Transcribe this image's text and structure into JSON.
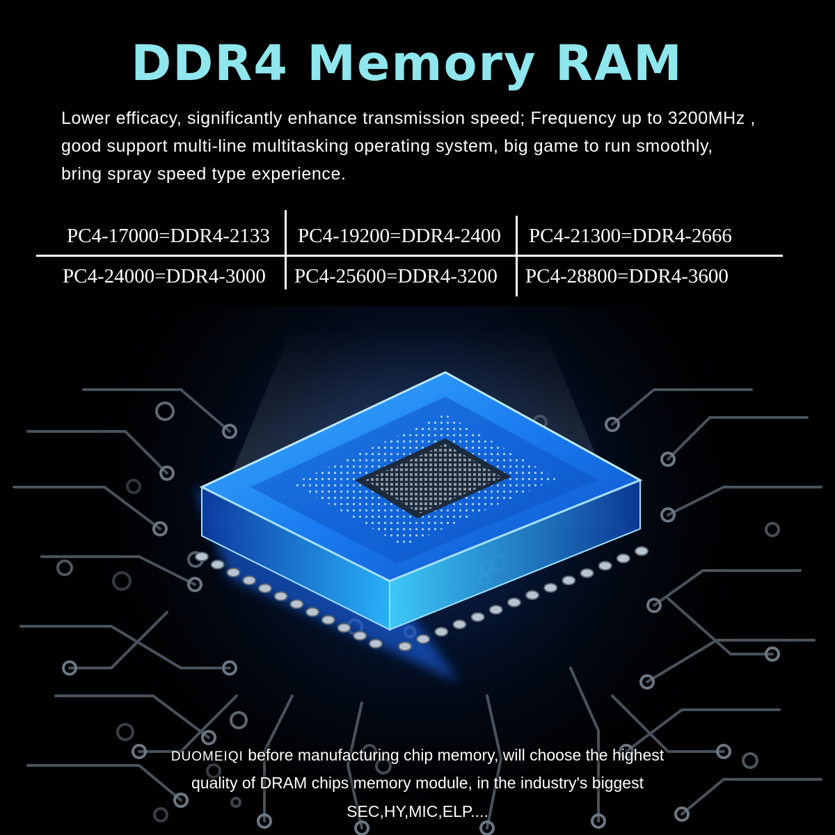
{
  "header": {
    "title": "DDR4 Memory RAM"
  },
  "description": {
    "lines": [
      "Lower efficacy, significantly enhance transmission speed; Frequency up to 3200MHz ,",
      "good support multi-line multitasking operating system, big game to run smoothly,",
      "bring spray speed type experience."
    ]
  },
  "speed_table": {
    "rows": [
      [
        "PC4-17000=DDR4-2133",
        "PC4-19200=DDR4-2400",
        "PC4-21300=DDR4-2666"
      ],
      [
        "PC4-24000=DDR4-3000",
        "PC4-25600=DDR4-3200",
        "PC4-28800=DDR4-3600"
      ]
    ]
  },
  "footer": {
    "brand": "DUOMEIQI",
    "line1_rest": " before manufacturing chip memory, will choose the highest",
    "line2": "quality of DRAM chips memory module, in the industry's biggest",
    "line3": "SEC,HY,MIC,ELP...."
  },
  "colors": {
    "background": "#000000",
    "title": "#8fe6ec",
    "chip_glow": "#1e6dff",
    "trace": "#5a6a78",
    "text": "#ffffff"
  },
  "illustration": {
    "icon": "glowing-cpu-chip-icon"
  }
}
